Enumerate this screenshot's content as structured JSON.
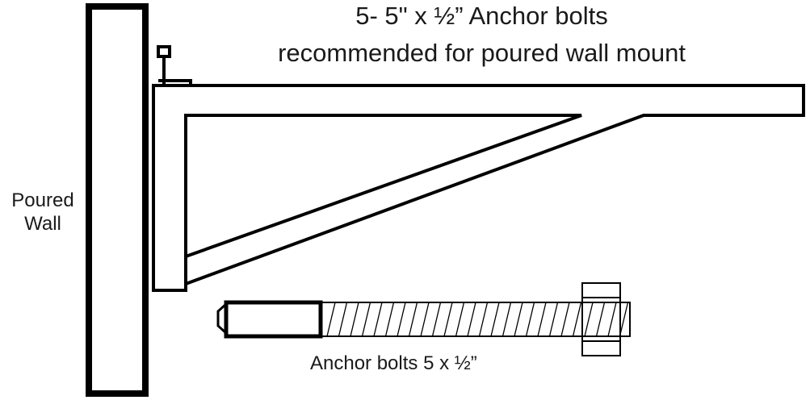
{
  "title": {
    "line1": "5- 5\" x ½” Anchor bolts",
    "line2": "recommended for poured wall mount"
  },
  "wall": {
    "label_line1": "Poured",
    "label_line2": "Wall"
  },
  "bolt": {
    "label": "Anchor bolts 5 x ½”"
  },
  "colors": {
    "stroke": "#000000",
    "fill": "#ffffff",
    "text": "#1a1a1a"
  }
}
